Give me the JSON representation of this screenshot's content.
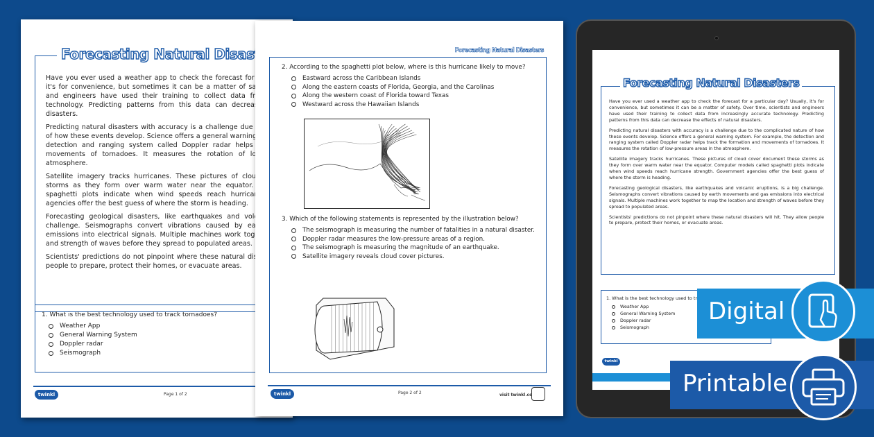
{
  "worksheet": {
    "title": "Forecasting Natural Disasters",
    "header_small": "Forecasting Natural Disasters",
    "paragraphs": [
      "Have you ever used a weather app to check the forecast for a particular day? Usually, it's for convenience, but sometimes it can be a matter of safety. Over time, scientists and engineers have used their training to collect data from increasingly accurate technology. Predicting patterns from this data can decrease the effects of natural disasters.",
      "Predicting natural disasters with accuracy is a challenge due to the complicated nature of how these events develop. Science offers a general warning system. For example, the detection and ranging system called Doppler radar helps track the formation and movements of tornadoes. It measures the rotation of low-pressure areas in the atmosphere.",
      "Satellite imagery tracks hurricanes. These pictures of cloud cover document these storms as they form over warm water near the equator. Computer models called spaghetti plots indicate when wind speeds reach hurricane strength. Government agencies offer the best guess of where the storm is heading.",
      "Forecasting geological disasters, like earthquakes and volcanic eruptions, is a big challenge. Seismographs convert vibrations caused by earth movements and gas emissions into electrical signals. Multiple machines work together to map the location and strength of waves before they spread to populated areas.",
      "Scientists' predictions do not pinpoint where these natural disasters will hit. They allow people to prepare, protect their homes, or evacuate areas."
    ],
    "q1": {
      "prompt": "1.  What is the best technology used to track tornadoes?",
      "options": [
        "Weather App",
        "General Warning System",
        "Doppler radar",
        "Seismograph"
      ]
    },
    "q2": {
      "prompt": "2.  According to the spaghetti plot below, where is this hurricane likely to move?",
      "options": [
        "Eastward across the Caribbean Islands",
        "Along the eastern coasts of Florida, Georgia, and the Carolinas",
        "Along the western coast of Florida toward Texas",
        "Westward across the Hawaiian Islands"
      ]
    },
    "q3": {
      "prompt": "3.  Which of the following statements is represented by the illustration below?",
      "options": [
        "The seismograph is measuring the number of fatalities in a natural disaster.",
        "Doppler radar measures the low-pressure areas of a region.",
        "The seismograph is measuring the magnitude of an earthquake.",
        "Satellite imagery reveals cloud cover pictures."
      ]
    },
    "page1_label": "Page 1 of 2",
    "page2_label": "Page 2 of 2",
    "visit_label": "visit twinkl.com",
    "logo_text": "twinkl"
  },
  "badges": {
    "digital": "Digital",
    "printable": "Printable"
  },
  "icons": {
    "digital": "tablet-touch-icon",
    "printable": "printer-icon"
  },
  "colors": {
    "background": "#0d4a8c",
    "brand_blue": "#1c5aa8",
    "digital_badge": "#1c8fd6"
  }
}
